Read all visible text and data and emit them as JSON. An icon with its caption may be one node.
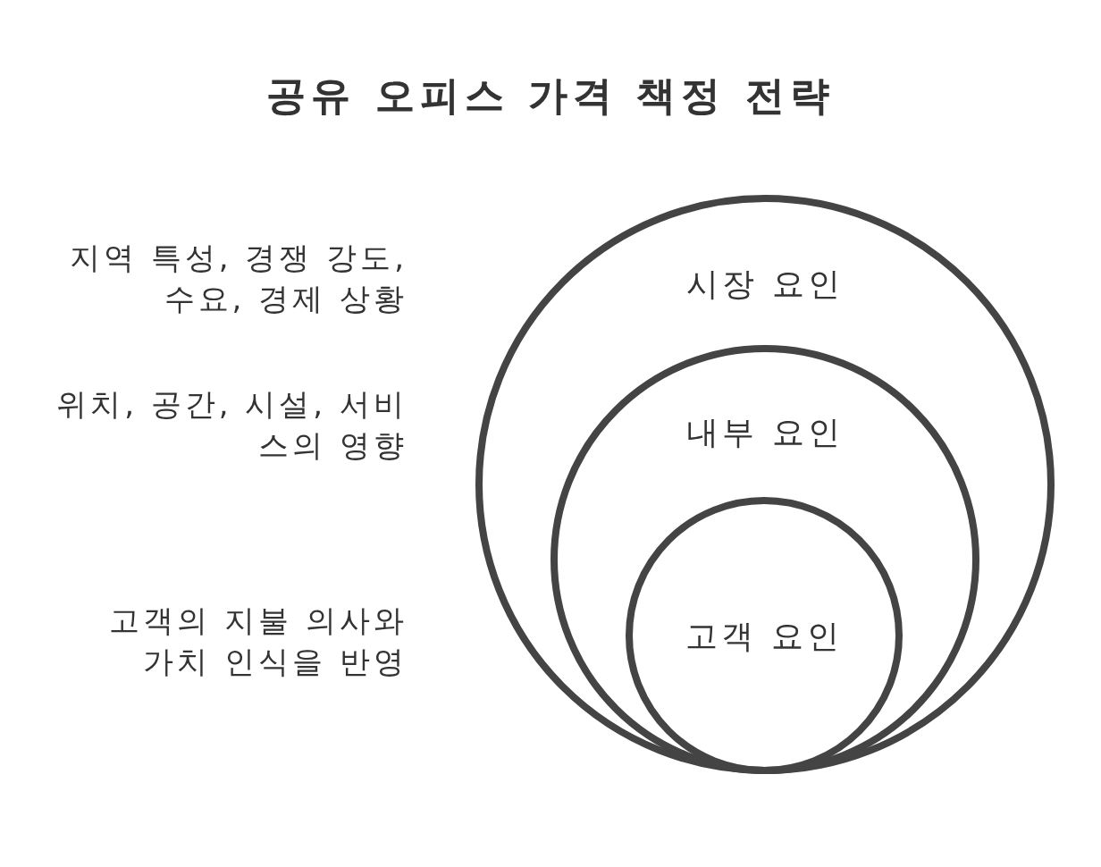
{
  "diagram": {
    "title": "공유 오피스 가격 책정 전략",
    "nodes": [
      {
        "text": [
          "시장 요인"
        ]
      },
      {
        "text": [
          "내부 요인"
        ],
        "in": 0
      },
      {
        "text": [
          "고객 요인"
        ],
        "in": 1
      }
    ],
    "labels": [
      "지역 특성, 경쟁 강도, 수요, 경제 상황",
      "위치, 공간, 시설, 서비스의 영향",
      "고객의 지불 의사와 가치 인식을 반영"
    ]
  }
}
